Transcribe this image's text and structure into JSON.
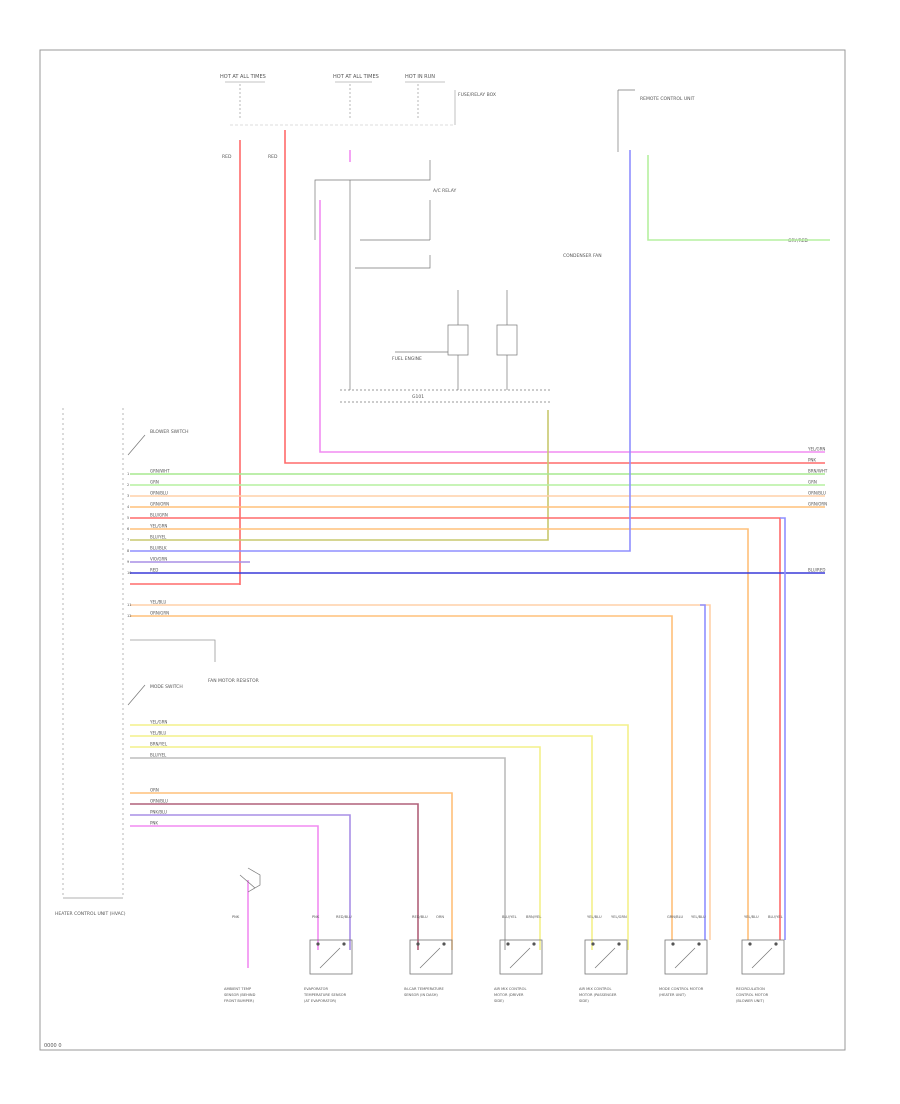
{
  "page_number": "0000 0",
  "colors": {
    "red": "#ff6b6b",
    "pink": "#f28cf2",
    "green": "#a7e88f",
    "lightgreen": "#b6f0a0",
    "orange": "#ffc07a",
    "peach": "#ffd0a8",
    "yellow": "#f4f08a",
    "olive": "#c8c86e",
    "blue": "#8f8fff",
    "darkblue": "#3a3ad9",
    "violet": "#a98fe6",
    "grey": "#bdbdbd",
    "darkred": "#b0607a",
    "frame": "#999999"
  },
  "top_labels": {
    "fuse_a": "HOT AT ALL TIMES",
    "fuse_b": "HOT AT ALL TIMES",
    "fuse_c": "HOT IN RUN",
    "fuse_block": "FUSE/RELAY BOX",
    "wire_a": "RED",
    "wire_b": "RED",
    "relay_label": "A/C RELAY",
    "condenser": "CONDENSER FAN",
    "remote": "REMOTE CONTROL UNIT",
    "remote_wire": "GRY/RED",
    "switch_a": "FUEL ENGINE",
    "ground": "G101"
  },
  "module_label": "HEATER CONTROL UNIT (HVAC)",
  "sw1_label": "BLOWER SWITCH",
  "sw2_label": "MODE SWITCH",
  "fan_label": "FAN MOTOR RESISTOR",
  "right_wire_labels": [
    "YEL/GRN",
    "PNK",
    "BRN/WHT",
    "GRN",
    "ORN/BLU",
    "GRN/ORN",
    "BLU/RED"
  ],
  "wire_labels_left": [
    "GRN/WHT",
    "GRN",
    "ORN/BLU",
    "GRN/ORN",
    "BLU/GRN",
    "YEL/GRN",
    "BLU/YEL",
    "BLU/BLK",
    "VIO/GRN",
    "RED",
    "YEL/BLU",
    "ORN/GRN"
  ],
  "lower_wire_labels": [
    "YEL/GRN",
    "YEL/BLU",
    "BRN/YEL",
    "BLU/YEL",
    "ORN",
    "ORN/BLU",
    "PNK/BLU",
    "PNK"
  ],
  "components": [
    {
      "label": "AMBIENT TEMP SENSOR (BEHIND FRONT BUMPER)",
      "pin_a": "PNK"
    },
    {
      "label": "EVAPORATOR TEMPERATURE SENSOR (AT EVAPORATOR)",
      "pin_a": "PNK",
      "pin_b": "RED/BLU"
    },
    {
      "label": "IN-CAR TEMPERATURE SENSOR (IN DASH)",
      "pin_a": "RED/BLU",
      "pin_b": "ORN"
    },
    {
      "label": "AIR MIX CONTROL MOTOR (DRIVER SIDE)",
      "pin_a": "BLU/YEL",
      "pin_b": "BRN/YEL"
    },
    {
      "label": "AIR MIX CONTROL MOTOR (PASSENGER SIDE)",
      "pin_a": "YEL/BLU",
      "pin_b": "YEL/GRN"
    },
    {
      "label": "MODE CONTROL MOTOR (HEATER UNIT)",
      "pin_a": "GRN/BLU",
      "pin_b": "YEL/BLU"
    },
    {
      "label": "RECIRCULATION CONTROL MOTOR (BLOWER UNIT)",
      "pin_a": "YEL/BLU",
      "pin_b": "BLU/YEL"
    }
  ]
}
